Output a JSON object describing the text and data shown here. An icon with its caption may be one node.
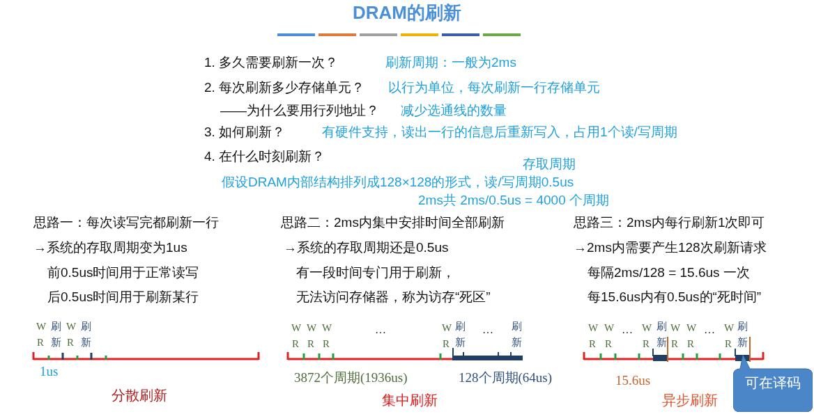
{
  "diagram": {
    "title": "DRAM的刷新",
    "nodes": [
      {
        "text": [
          "可在译码"
        ]
      }
    ],
    "labels": [
      "1. 多久需要刷新一次？",
      "刷新周期：一般为2ms",
      "2. 每次刷新多少存储单元？",
      "以行为单位，每次刷新一行存储单元",
      "——为什么要用行列地址？",
      "减少选通线的数量",
      "3. 如何刷新？",
      "有硬件支持，读出一行的信息后重新写入，占用1个读/写周期",
      "4. 在什么时刻刷新？",
      "存取周期",
      "假设DRAM内部结构排列成128×128的形式，读/写周期0.5us",
      "2ms共 2ms/0.5us = 4000 个周期",
      "思路一：每次读写完都刷新一行",
      "→系统的存取周期变为1us",
      "前0.5us时间用于正常读写",
      "后0.5us时间用于刷新某行",
      "思路二：2ms内集中安排时间全部刷新",
      "→系统的存取周期还是0.5us",
      "有一段时间专门用于刷新，",
      "无法访问存储器，称为访存“死区”",
      "思路三：2ms内每行刷新1次即可",
      "→2ms内需要产生128次刷新请求",
      "每隔2ms/128 = 15.6us 一次",
      "每15.6us内有0.5us的“死时间”",
      "W R",
      "刷新",
      "W R",
      "刷新",
      "1us",
      "分散刷新",
      "W R",
      "W R",
      "W R",
      "···",
      "W R",
      "刷新",
      "···",
      "刷新",
      "3872个周期(1936us)",
      "128个周期(64us)",
      "集中刷新",
      "W R",
      "W R",
      "···",
      "W R",
      "刷新",
      "W R",
      "W R",
      "···",
      "W R",
      "刷新",
      "15.6us",
      "异步刷新"
    ]
  }
}
